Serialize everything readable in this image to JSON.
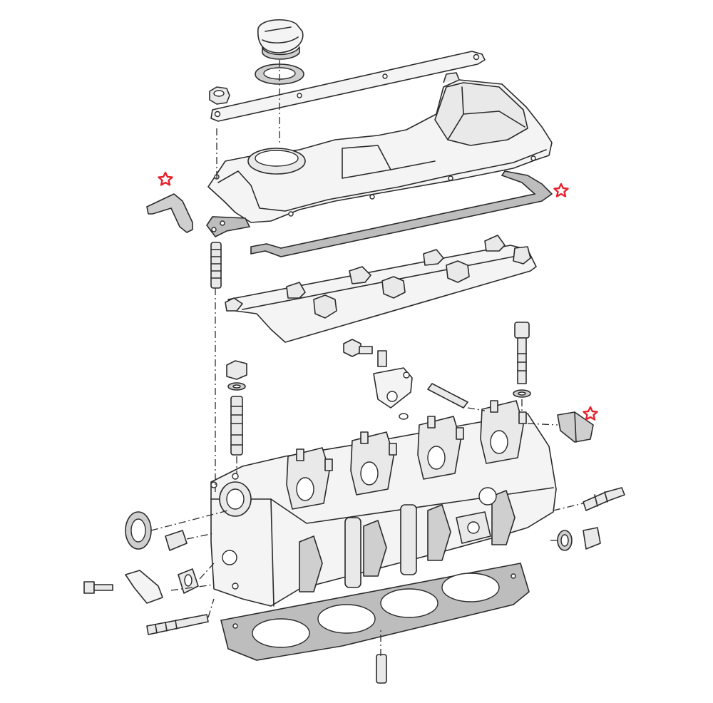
{
  "colors": {
    "background": "#ffffff",
    "line": "#2b2b2b",
    "part_fill": "#e9e9e9",
    "gasket_fill": "#bdbdbd",
    "marker": "#e8202a"
  },
  "markers": [
    {
      "id": "breather-hose",
      "icon": "star-outline-icon"
    },
    {
      "id": "valve-cover-gasket",
      "icon": "star-outline-icon"
    },
    {
      "id": "cam-end-plug",
      "icon": "star-outline-icon"
    }
  ]
}
